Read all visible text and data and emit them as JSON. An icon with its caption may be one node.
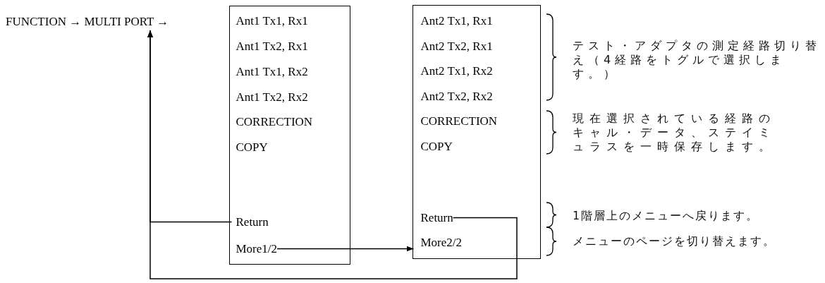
{
  "diagram": {
    "nodes": [
      {
        "text": [
          "FUNCTION → MULTI PORT →"
        ]
      },
      {
        "text": [],
        "shape": "box"
      },
      {
        "text": [
          "Ant1 Tx1, Rx1"
        ],
        "in": 1
      },
      {
        "text": [
          "Ant1 Tx2, Rx1"
        ],
        "in": 1
      },
      {
        "text": [
          "Ant1 Tx1, Rx2"
        ],
        "in": 1
      },
      {
        "text": [
          "Ant1 Tx2, Rx2"
        ],
        "in": 1
      },
      {
        "text": [
          "CORRECTION"
        ],
        "in": 1
      },
      {
        "text": [
          "COPY"
        ],
        "in": 1
      },
      {
        "text": [
          "Return"
        ],
        "in": 1
      },
      {
        "text": [
          "More1/2"
        ],
        "in": 1
      },
      {
        "text": [],
        "shape": "box"
      },
      {
        "text": [
          "Ant2 Tx1, Rx1"
        ],
        "in": 10
      },
      {
        "text": [
          "Ant2 Tx2, Rx1"
        ],
        "in": 10
      },
      {
        "text": [
          "Ant2 Tx1, Rx2"
        ],
        "in": 10
      },
      {
        "text": [
          "Ant2 Tx2, Rx2"
        ],
        "in": 10
      },
      {
        "text": [
          "CORRECTION"
        ],
        "in": 10
      },
      {
        "text": [
          "COPY"
        ],
        "in": 10
      },
      {
        "text": [
          "Return"
        ],
        "in": 10
      },
      {
        "text": [
          "More2/2"
        ],
        "in": 10
      }
    ],
    "edges": [
      {
        "from": 8,
        "to": 0,
        "arrow": "to"
      },
      {
        "from": 9,
        "to": 18,
        "arrow": "to"
      },
      {
        "from": 17,
        "to": 0,
        "arrow": "to"
      }
    ],
    "labels": [
      "テスト・アダプタの測定経路切り替え（4経路をトグルで選択します。）",
      "現在選択されている経路のキャル・データ、ステイミュラスを一時保存します。",
      "1階層上のメニューへ戻ります。",
      "メニューのページを切り替えます。"
    ]
  }
}
